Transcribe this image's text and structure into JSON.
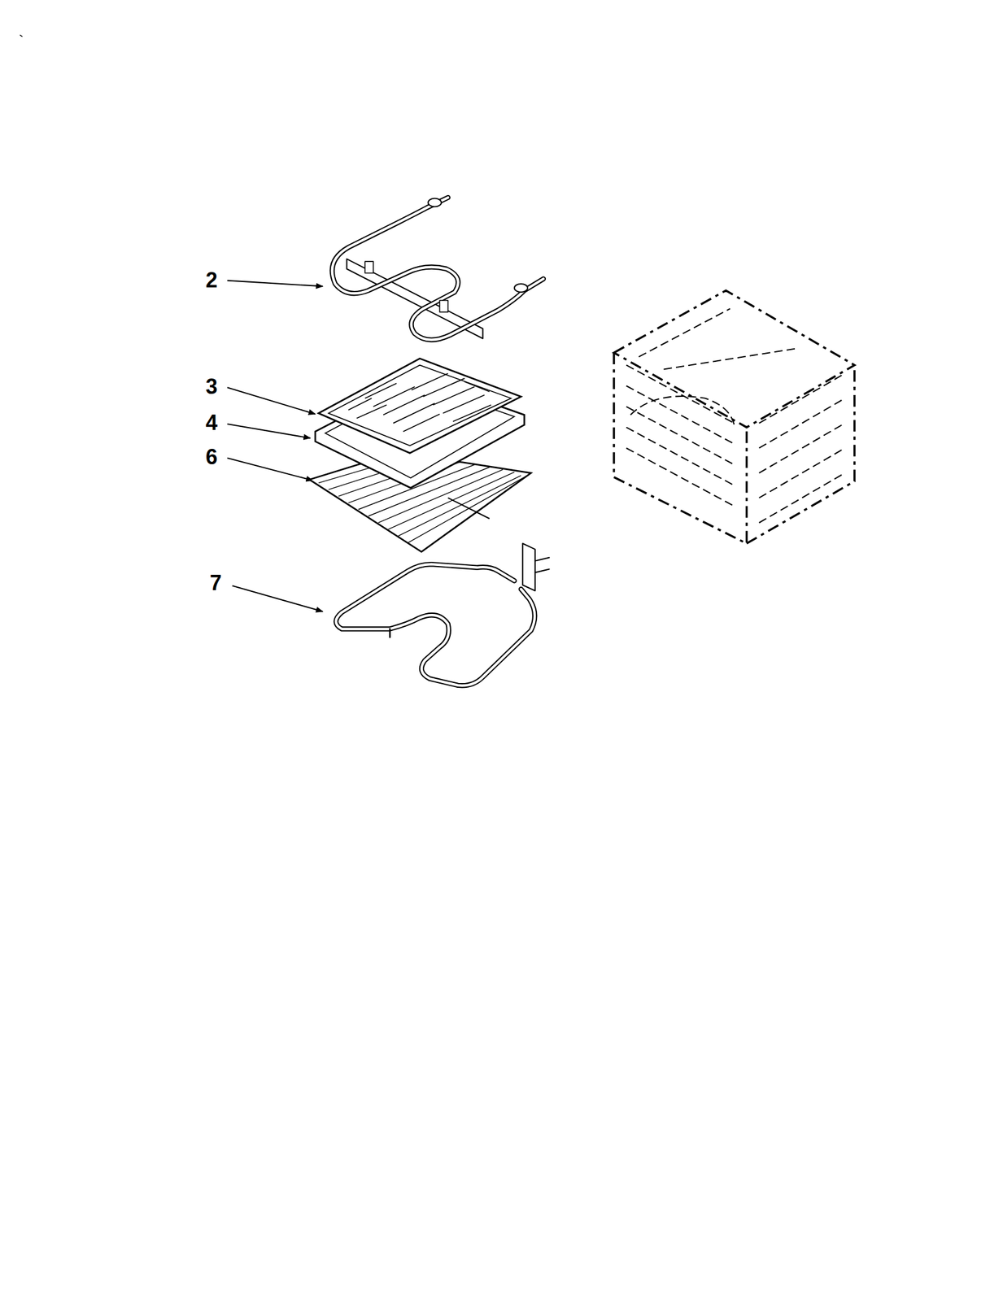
{
  "diagram": {
    "labels": [
      "2",
      "3",
      "4",
      "6",
      "7"
    ]
  }
}
